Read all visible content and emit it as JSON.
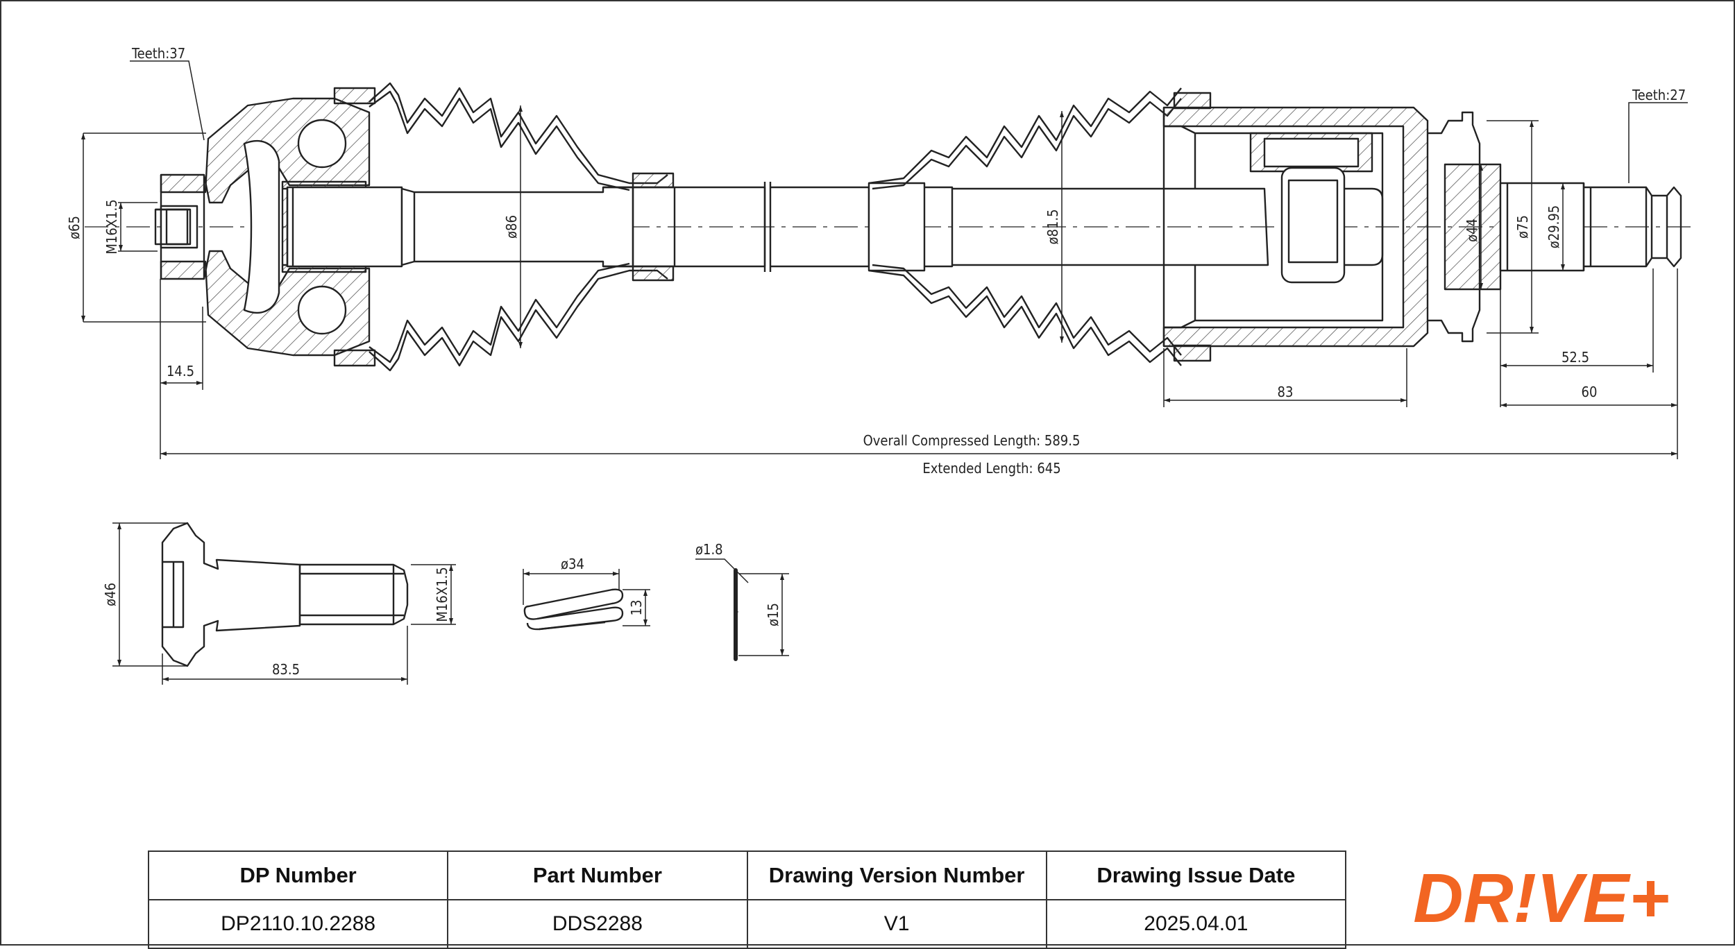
{
  "drawing": {
    "teeth_left": "Teeth:37",
    "teeth_right": "Teeth:27",
    "dims": {
      "d65": "ø65",
      "m16_main": "M16X1.5",
      "d86": "ø86",
      "d81_5": "ø81.5",
      "d44": "ø44",
      "d75": "ø75",
      "d29_95": "ø29.95",
      "len14_5": "14.5",
      "len83": "83",
      "len52_5": "52.5",
      "len60": "60",
      "overall": "Overall  Compressed  Length: 589.5",
      "extended": "Extended  Length: 645"
    },
    "bolt": {
      "d46": "ø46",
      "m16": "M16X1.5",
      "len83_5": "83.5"
    },
    "clamp": {
      "d34": "ø34",
      "h13": "13"
    },
    "ring": {
      "d1_8": "ø1.8",
      "d15": "ø15"
    }
  },
  "table": {
    "headers": [
      "DP Number",
      "Part Number",
      "Drawing Version Number",
      "Drawing Issue Date"
    ],
    "values": [
      "DP2110.10.2288",
      "DDS2288",
      "V1",
      "2025.04.01"
    ]
  },
  "logo": {
    "text": "DR!VE+",
    "color": "#F26522"
  }
}
